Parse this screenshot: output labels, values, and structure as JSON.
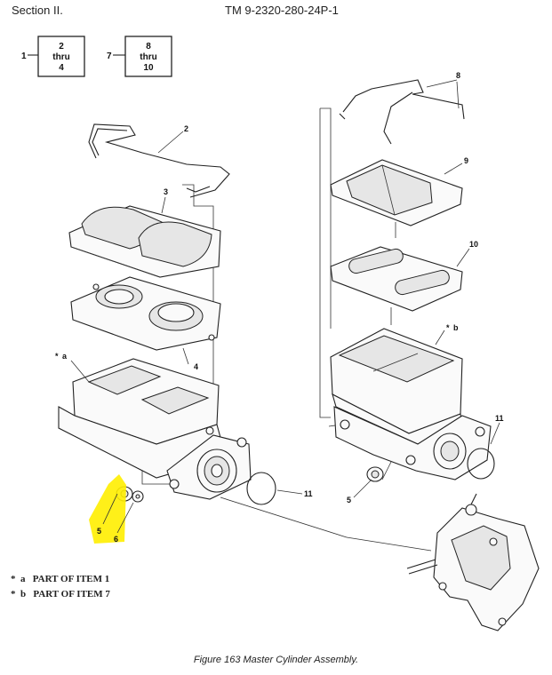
{
  "header": {
    "section": "Section II.",
    "tm_number": "TM 9-2320-280-24P-1"
  },
  "ref_boxes": [
    {
      "item": "1",
      "line1": "2",
      "line2": "thru",
      "line3": "4"
    },
    {
      "item": "7",
      "line1": "8",
      "line2": "thru",
      "line3": "10"
    }
  ],
  "callouts": {
    "c2": "2",
    "c3": "3",
    "c4": "4",
    "ca": "a",
    "c5_left": "5",
    "c6": "6",
    "c11_left": "11",
    "c8": "8",
    "c9": "9",
    "c10": "10",
    "cb": "b",
    "c11_right": "11",
    "c5_right": "5",
    "star": "*"
  },
  "notes": [
    {
      "star": "*",
      "letter": "a",
      "text": "PART OF ITEM  1"
    },
    {
      "star": "*",
      "letter": "b",
      "text": "PART OF ITEM  7"
    }
  ],
  "caption": "Figure 163   Master Cylinder Assembly.",
  "colors": {
    "highlight": "#ffee00",
    "line": "#222222"
  }
}
